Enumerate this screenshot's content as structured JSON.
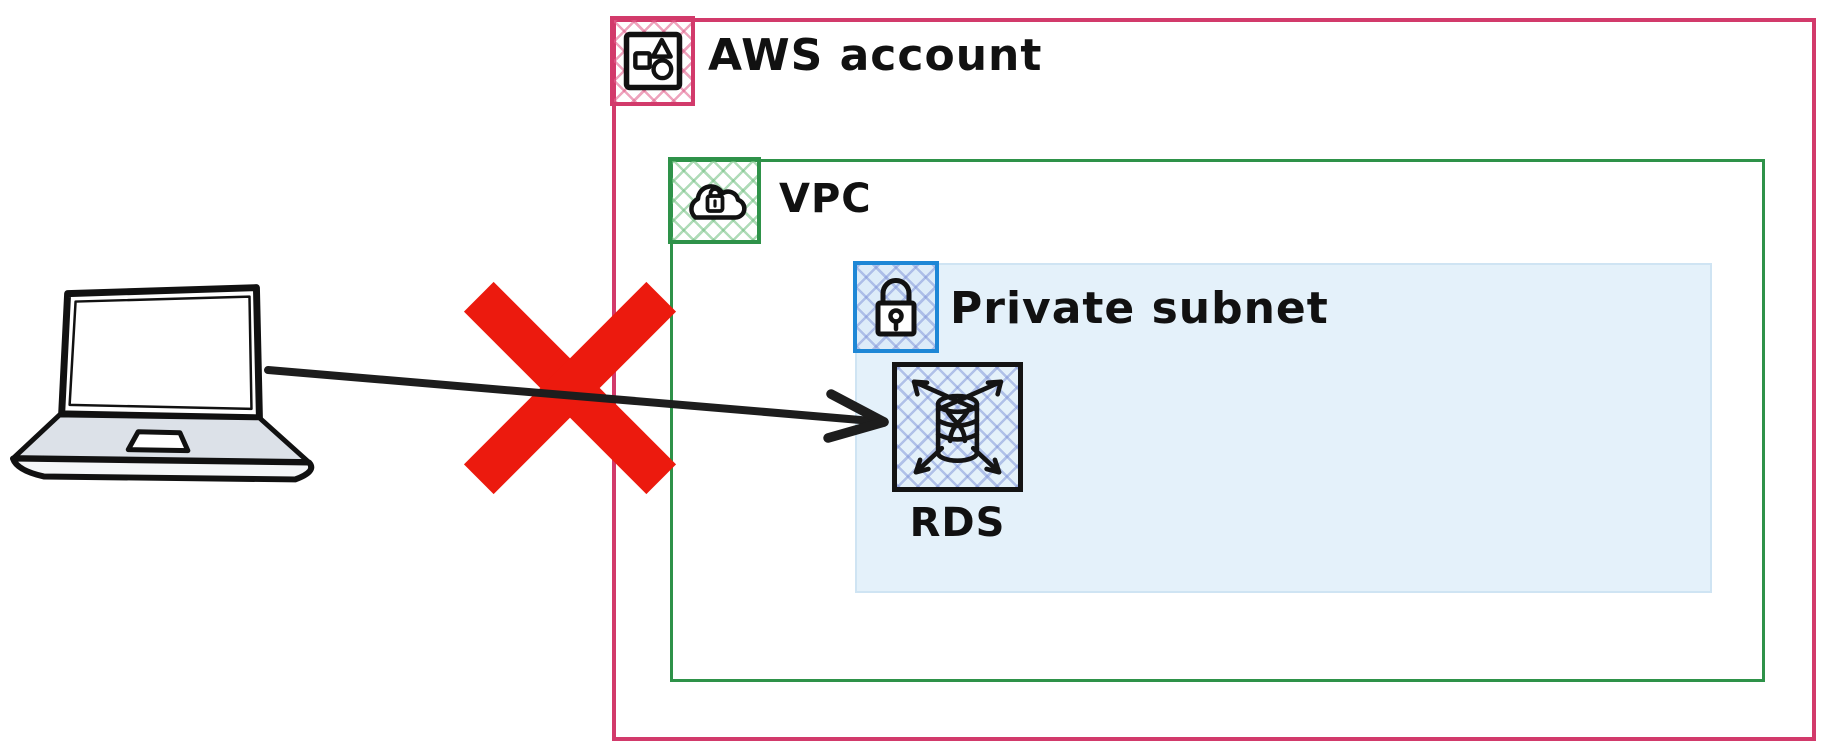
{
  "diagram": {
    "nodes": {
      "aws_account": {
        "label": "AWS account",
        "border_color": "#d23a6b"
      },
      "vpc": {
        "label": "VPC",
        "border_color": "#2e9249"
      },
      "private_subnet": {
        "label": "Private subnet",
        "border_color": "#1e87d6",
        "fill_color": "#e4f1fa"
      },
      "rds": {
        "label": "RDS",
        "border_color": "#141414"
      },
      "laptop": {
        "label": ""
      }
    },
    "edges": [
      {
        "from": "laptop",
        "to": "rds",
        "type": "arrow",
        "blocked": true,
        "blocked_marker": "red-x",
        "arrow_color": "#1d1d1d",
        "blocked_marker_color": "#ec1a0e"
      }
    ],
    "icons": {
      "aws_account": "aws-account-icon",
      "vpc": "vpc-cloud-lock-icon",
      "private_subnet": "padlock-icon",
      "rds": "rds-database-icon",
      "laptop": "laptop-icon",
      "blocked": "red-x-icon"
    }
  }
}
